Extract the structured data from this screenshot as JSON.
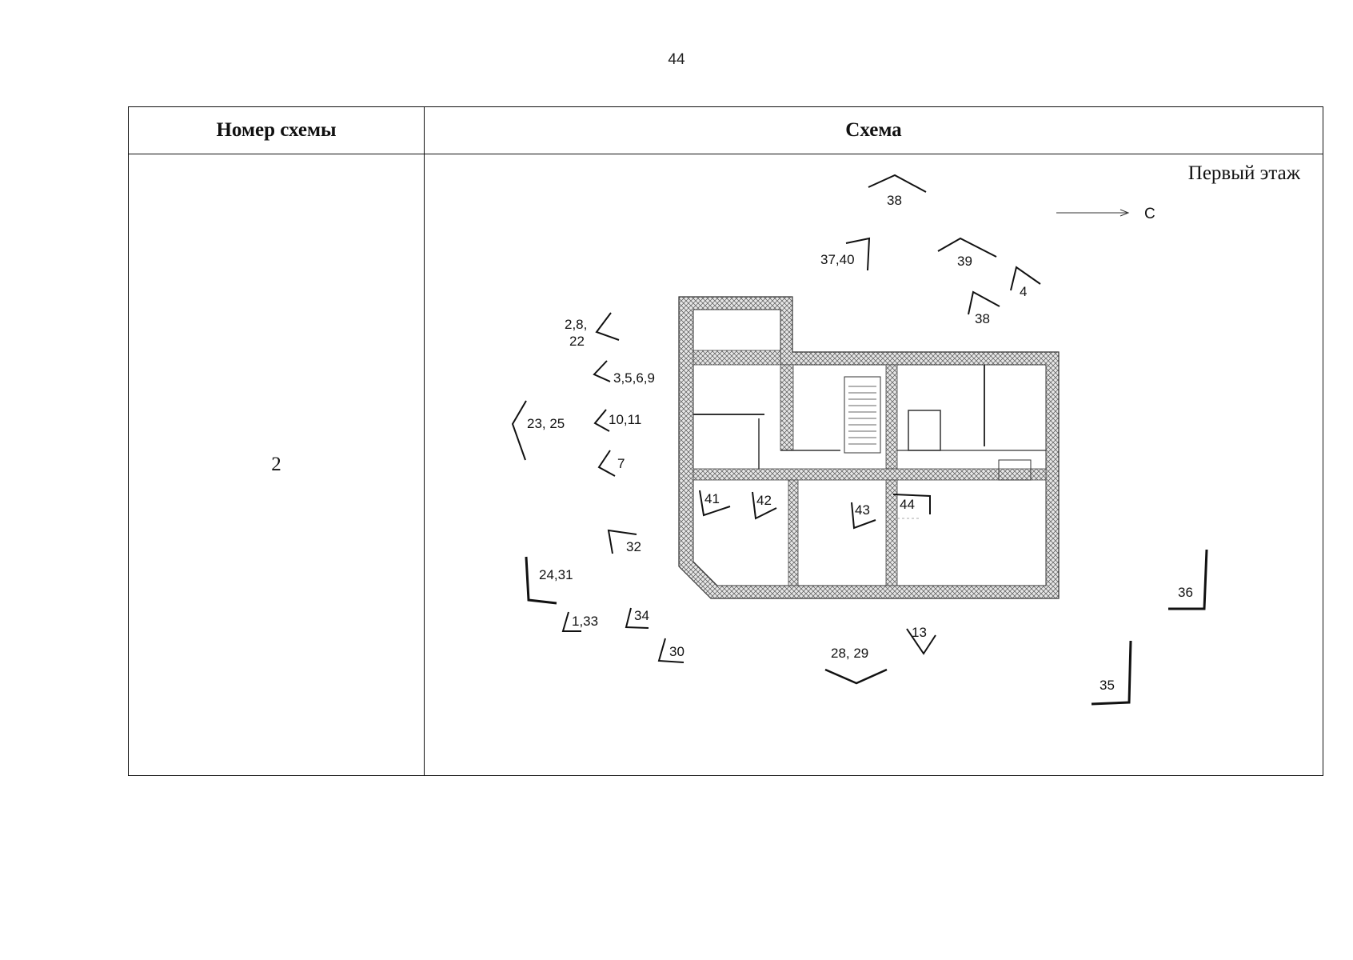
{
  "page_number": "44",
  "table": {
    "col1_header": "Номер схемы",
    "col2_header": "Схема"
  },
  "row": {
    "scheme_number": "2",
    "floor_title": "Первый этаж",
    "north_label": "С"
  },
  "viewpoints": {
    "v38_top": "38",
    "v37_40": "37,40",
    "v39": "39",
    "v4": "4",
    "v38_mid": "38",
    "v2_8": "2,8,",
    "v22": "22",
    "v3_5_6_9": "3,5,6,9",
    "v23_25": "23, 25",
    "v10_11": "10,11",
    "v7": "7",
    "v41": "41",
    "v42": "42",
    "v43": "43",
    "v44": "44",
    "v32": "32",
    "v24_31": "24,31",
    "v1_33": "1,33",
    "v34": "34",
    "v30": "30",
    "v28_29": "28, 29",
    "v13": "13",
    "v36": "36",
    "v35": "35"
  }
}
